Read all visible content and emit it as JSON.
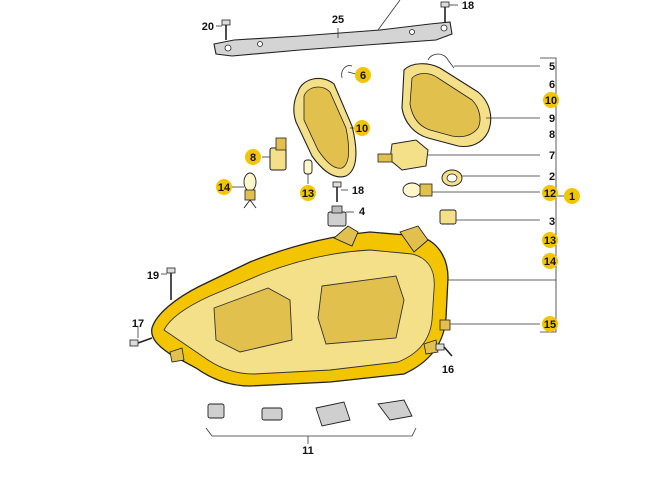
{
  "colors": {
    "highlight": "#f2c500",
    "part_fill": "#f5e08a",
    "part_fill_dark": "#e2c04d",
    "metal": "#cfcfcf",
    "line": "#222222"
  },
  "callouts": {
    "c25": "25",
    "c20": "20",
    "c18a": "18",
    "c6a": "6",
    "c10a": "10",
    "c8a": "8",
    "c14a": "14",
    "c13a": "13",
    "c18b": "18",
    "c4": "4",
    "c19": "19",
    "c17": "17",
    "c16": "16",
    "c11": "11",
    "r5": "5",
    "r6": "6",
    "r10": "10",
    "r9": "9",
    "r8": "8",
    "r7": "7",
    "r2": "2",
    "r12": "12",
    "r1": "1",
    "r3": "3",
    "r13": "13",
    "r14": "14",
    "r15": "15"
  }
}
